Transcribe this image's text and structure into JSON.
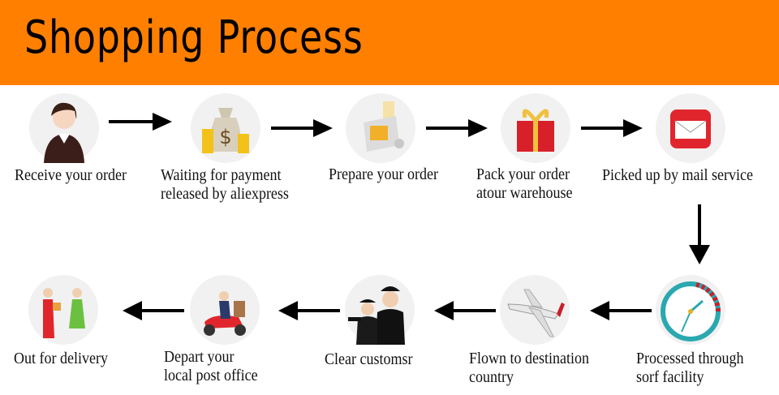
{
  "title": "Shopping Process",
  "colors": {
    "header": "#ff8000"
  },
  "steps": [
    {
      "label_lines": [
        "Receive your order"
      ],
      "icon": "customer-service-icon"
    },
    {
      "label_lines": [
        "Waiting for payment",
        "released by aliexpress"
      ],
      "icon": "money-bag-icon"
    },
    {
      "label_lines": [
        "Prepare your order"
      ],
      "icon": "cash-register-icon"
    },
    {
      "label_lines": [
        "Pack your order",
        "atour warehouse"
      ],
      "icon": "gift-box-icon"
    },
    {
      "label_lines": [
        "Picked up by mail service"
      ],
      "icon": "mailbox-icon"
    },
    {
      "label_lines": [
        "Processed through",
        "sorf facility"
      ],
      "icon": "clock-icon"
    },
    {
      "label_lines": [
        "Flown to destination",
        "country"
      ],
      "icon": "airplane-icon"
    },
    {
      "label_lines": [
        "Clear customsr"
      ],
      "icon": "customs-officers-icon"
    },
    {
      "label_lines": [
        "Depart your",
        "local post office"
      ],
      "icon": "scooter-courier-icon"
    },
    {
      "label_lines": [
        "Out for delivery"
      ],
      "icon": "delivery-handover-icon"
    }
  ]
}
